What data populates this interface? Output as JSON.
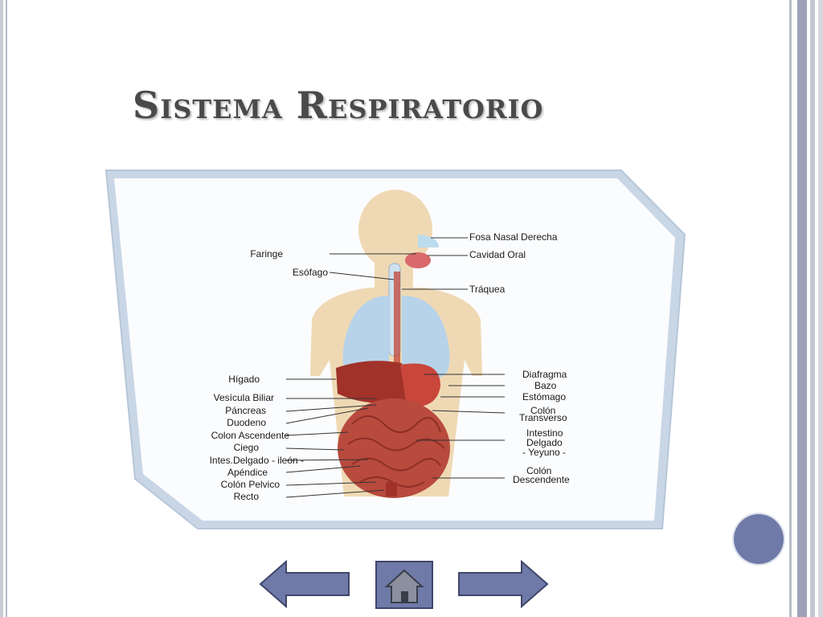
{
  "slide": {
    "title": "Sistema Respiratorio"
  },
  "diagram": {
    "labels_left": [
      "Faringe",
      "Esófago",
      "Hígado",
      "Vesícula Biliar",
      "Páncreas",
      "Duodeno",
      "Colon Ascendente",
      "Ciego",
      "Intes.Delgado - ileón -",
      "Apéndice",
      "Colón Pelvico",
      "Recto"
    ],
    "labels_right": [
      "Fosa Nasal Derecha",
      "Cavidad Oral",
      "Tráquea",
      "Diafragma",
      "Bazo",
      "Estómago",
      "Colón",
      "Transverso",
      "Intestino",
      "Delgado",
      "- Yeyuno -",
      "Colón",
      "Descendente"
    ]
  },
  "navigation": {
    "prev_icon": "arrow-left-icon",
    "home_icon": "home-icon",
    "next_icon": "arrow-right-icon"
  },
  "colors": {
    "accent": "#6f7aa8",
    "frame_border": "#c5d3e3"
  }
}
